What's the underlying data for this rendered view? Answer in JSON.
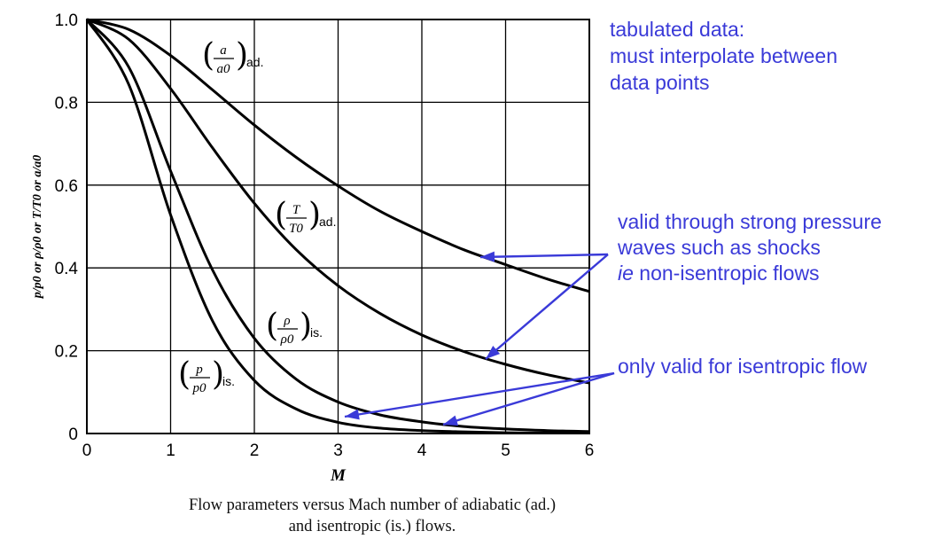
{
  "chart_data": {
    "type": "line",
    "xlabel": "M",
    "ylabel": "p/p0 or ρ/ρ0 or T/T0 or a/a0",
    "xlim": [
      0,
      6
    ],
    "ylim": [
      0,
      1.0
    ],
    "grid": true,
    "x_ticks": [
      "0",
      "1",
      "2",
      "3",
      "4",
      "5",
      "6"
    ],
    "y_ticks": [
      "0",
      "0.2",
      "0.4",
      "0.6",
      "0.8",
      "1.0"
    ],
    "x": [
      0,
      0.5,
      1,
      1.5,
      2,
      2.5,
      3,
      3.5,
      4,
      4.5,
      5,
      5.5,
      6
    ],
    "series": [
      {
        "name": "(a/a0)ad.",
        "values": [
          1.0,
          0.976,
          0.913,
          0.83,
          0.745,
          0.667,
          0.598,
          0.537,
          0.488,
          0.444,
          0.408,
          0.373,
          0.343
        ]
      },
      {
        "name": "(T/T0)ad.",
        "values": [
          1.0,
          0.952,
          0.833,
          0.69,
          0.556,
          0.444,
          0.357,
          0.29,
          0.238,
          0.198,
          0.167,
          0.142,
          0.122
        ]
      },
      {
        "name": "(ρ/ρ0)is.",
        "values": [
          1.0,
          0.885,
          0.634,
          0.395,
          0.23,
          0.131,
          0.076,
          0.045,
          0.028,
          0.017,
          0.011,
          0.007,
          0.005
        ]
      },
      {
        "name": "(p/p0)is.",
        "values": [
          1.0,
          0.843,
          0.528,
          0.272,
          0.128,
          0.059,
          0.027,
          0.013,
          0.007,
          0.004,
          0.002,
          0.001,
          0.001
        ]
      }
    ],
    "curve_labels": [
      {
        "main": "a",
        "sub": "a0",
        "suffix": "ad."
      },
      {
        "main": "T",
        "sub": "T0",
        "suffix": "ad."
      },
      {
        "main": "ρ",
        "sub": "ρ0",
        "suffix": "is."
      },
      {
        "main": "p",
        "sub": "p0",
        "suffix": "is."
      }
    ]
  },
  "annotations": {
    "tabulated": [
      "tabulated data:",
      "must interpolate between",
      "data points"
    ],
    "valid_line1": "valid through strong pressure",
    "valid_line2": "waves such as shocks",
    "valid_line3_italic": "ie",
    "valid_line3_rest": " non-isentropic flows",
    "isentropic_only": "only valid for isentropic flow"
  },
  "caption": [
    "Flow parameters versus Mach number of adiabatic (ad.)",
    "and isentropic (is.) flows."
  ],
  "colors": {
    "annotation": "#3a3ad8",
    "curve": "#000000",
    "grid": "#000000"
  }
}
